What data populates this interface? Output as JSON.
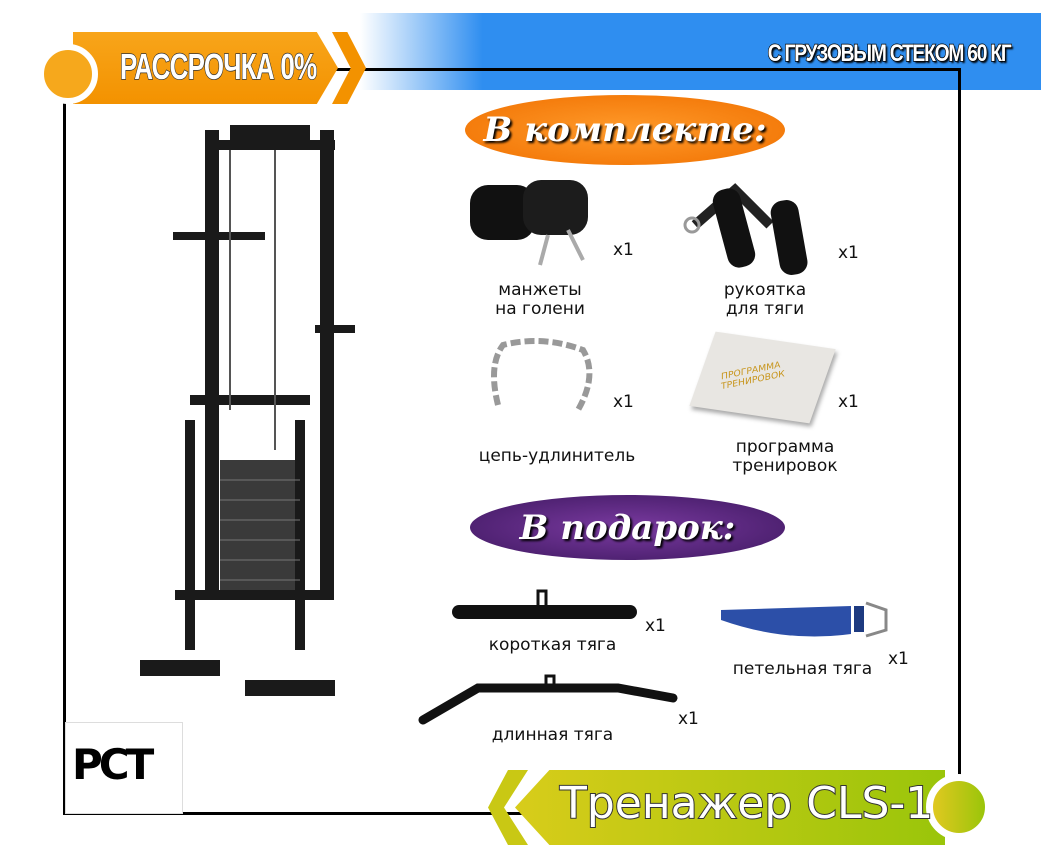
{
  "promo": {
    "installment": "РАССРОЧКА 0%",
    "weight_stack": "С ГРУЗОВЫМ СТЕКОМ 60 КГ"
  },
  "included": {
    "title": "В комплекте:",
    "items": [
      {
        "line1": "манжеты",
        "line2": "на голени",
        "qty": "x1",
        "icon": "ankle-cuffs-icon"
      },
      {
        "line1": "рукоятка",
        "line2": "для тяги",
        "qty": "x1",
        "icon": "handle-icon"
      },
      {
        "line1": "цепь-удлинитель",
        "line2": "",
        "qty": "x1",
        "icon": "chain-icon"
      },
      {
        "line1": "программа",
        "line2": "тренировок",
        "qty": "x1",
        "icon": "book-icon",
        "book_text": "ПРОГРАММА ТРЕНИРОВОК"
      }
    ]
  },
  "gifts": {
    "title": "В подарок:",
    "items": [
      {
        "label": "короткая тяга",
        "qty": "x1"
      },
      {
        "label": "длинная тяга",
        "qty": "x1"
      },
      {
        "label": "петельная тяга",
        "qty": "x1"
      }
    ]
  },
  "certification": "РСТ",
  "product_title": "Тренажер CLS-1",
  "colors": {
    "orange": "#f39200",
    "blue": "#2f8ef0",
    "green": "#9ac50a",
    "purple": "#3e1860"
  }
}
